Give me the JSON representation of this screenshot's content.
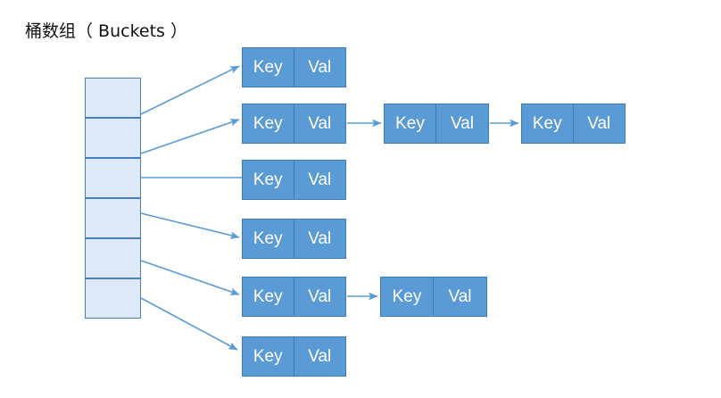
{
  "title": "桶数组（ Buckets ）",
  "colors": {
    "node_fill": "#5B9BD5",
    "node_border": "#3D7AB8",
    "bucket_fill": "#DEE9F7",
    "bucket_border": "#4A7EBB",
    "arrow": "#5B9BD5",
    "node_text": "#FFFFFF",
    "title_text": "#111111",
    "background": "#FFFFFF"
  },
  "bucket_array": {
    "label": "桶数组（ Buckets ）",
    "cell_count": 6,
    "cells": [
      {
        "index": 0,
        "has_chain": true
      },
      {
        "index": 1,
        "has_chain": true
      },
      {
        "index": 2,
        "has_chain": true
      },
      {
        "index": 3,
        "has_chain": true
      },
      {
        "index": 4,
        "has_chain": true
      },
      {
        "index": 5,
        "has_chain": true
      }
    ]
  },
  "node_labels": {
    "key": "Key",
    "val": "Val"
  },
  "chains": [
    {
      "bucket_index": 0,
      "node_count": 1,
      "nodes": [
        {
          "key": "Key",
          "val": "Val"
        }
      ]
    },
    {
      "bucket_index": 1,
      "node_count": 3,
      "nodes": [
        {
          "key": "Key",
          "val": "Val"
        },
        {
          "key": "Key",
          "val": "Val"
        },
        {
          "key": "Key",
          "val": "Val"
        }
      ]
    },
    {
      "bucket_index": 2,
      "node_count": 1,
      "nodes": [
        {
          "key": "Key",
          "val": "Val"
        }
      ]
    },
    {
      "bucket_index": 3,
      "node_count": 1,
      "nodes": [
        {
          "key": "Key",
          "val": "Val"
        }
      ]
    },
    {
      "bucket_index": 4,
      "node_count": 2,
      "nodes": [
        {
          "key": "Key",
          "val": "Val"
        },
        {
          "key": "Key",
          "val": "Val"
        }
      ]
    },
    {
      "bucket_index": 5,
      "node_count": 1,
      "nodes": [
        {
          "key": "Key",
          "val": "Val"
        }
      ]
    }
  ]
}
